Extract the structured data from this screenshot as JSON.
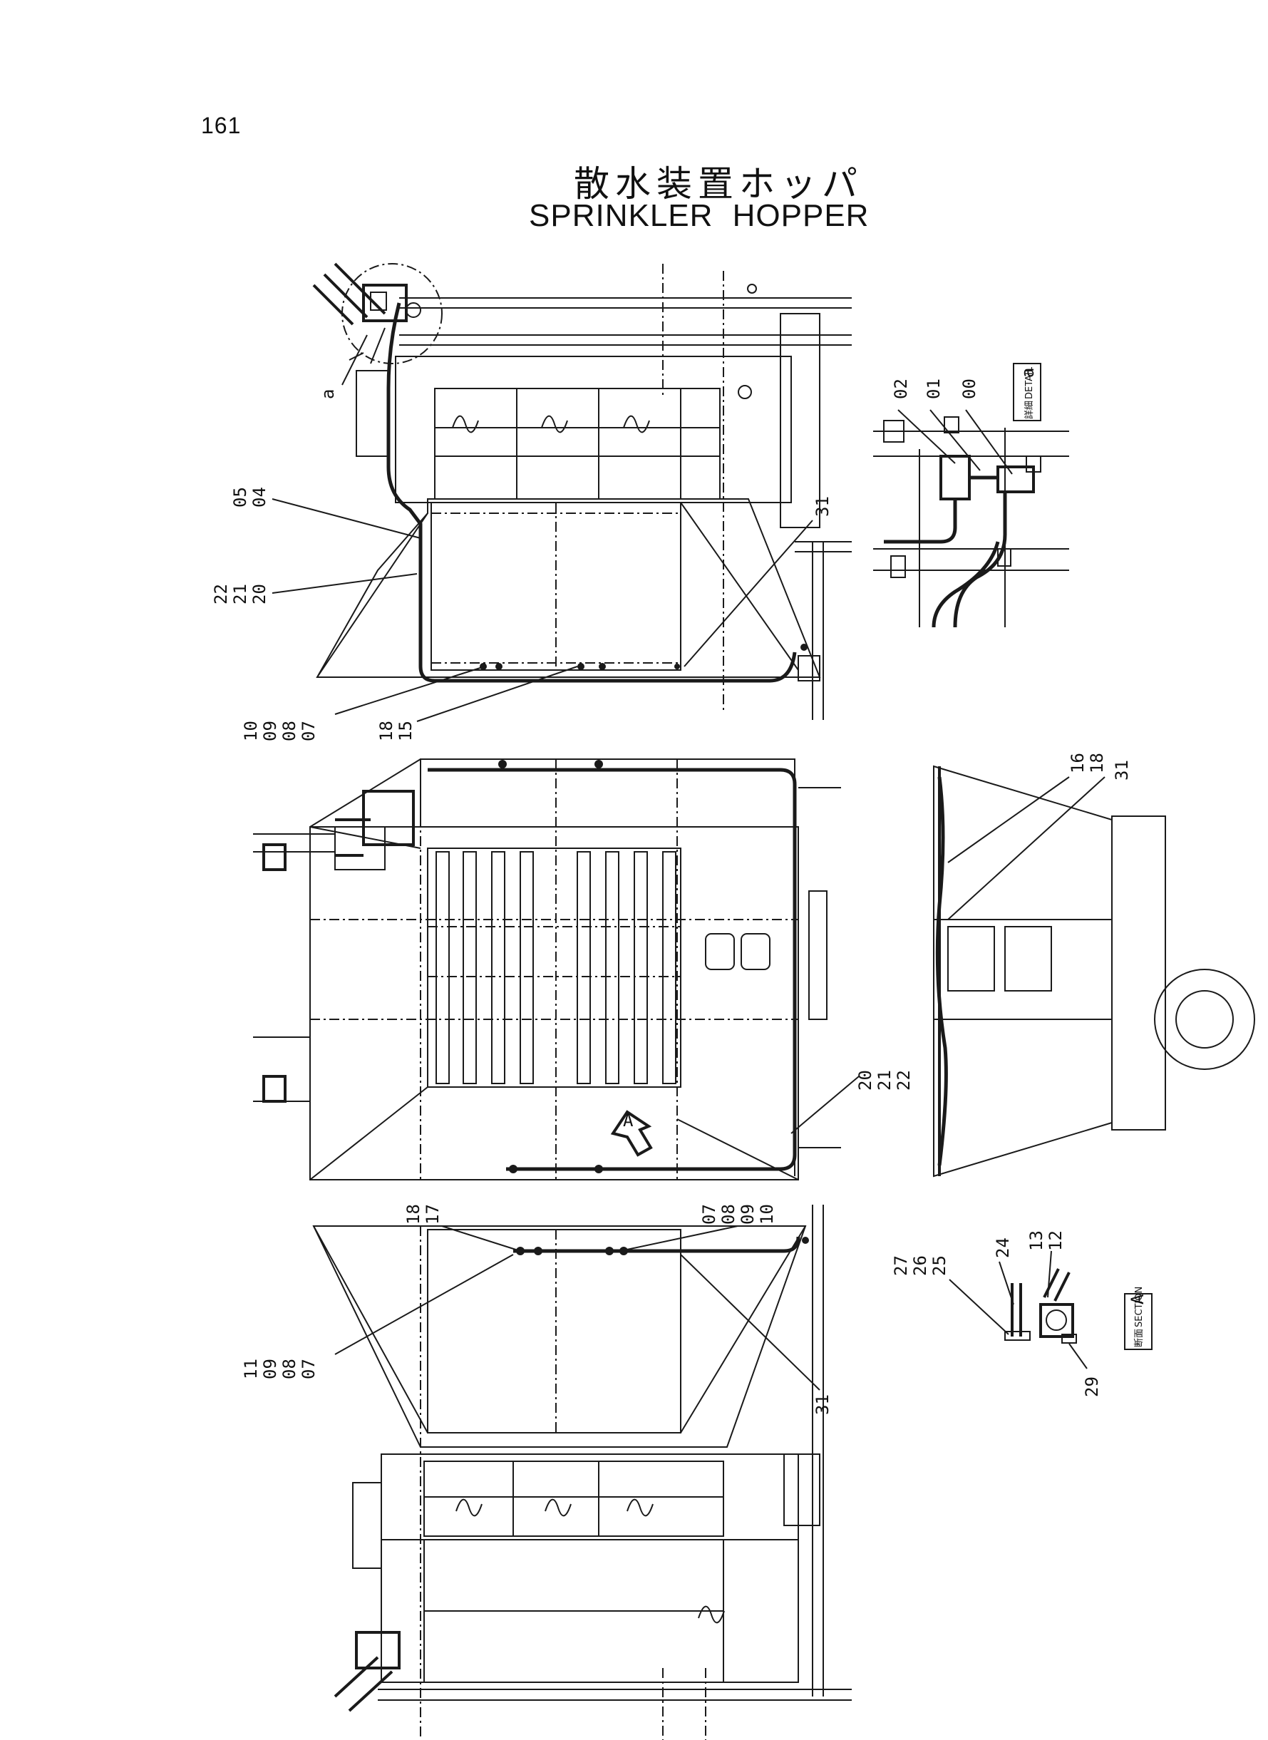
{
  "page": {
    "number": "161",
    "title_jp": "散水装置ホッパ",
    "title_en": "SPRINKLER HOPPER"
  },
  "views": {
    "detail_tag": {
      "jp": "詳細",
      "en": "DETAIL",
      "letter": "a"
    },
    "section_tag": {
      "jp": "断面",
      "en": "SECTION",
      "letter": "A"
    },
    "arrow_label": "A",
    "detail_circle_label": "a"
  },
  "callouts": {
    "top_view_left": [
      "05",
      "04",
      "22",
      "21",
      "20",
      "10",
      "09",
      "08",
      "07",
      "18",
      "15"
    ],
    "top_view_right": [
      "31"
    ],
    "detail_view": [
      "02",
      "01",
      "00"
    ],
    "mid_view_side": [
      "16",
      "18",
      "31",
      "20",
      "21",
      "22"
    ],
    "bottom_view_upper": [
      "18",
      "17",
      "07",
      "08",
      "09",
      "10"
    ],
    "bottom_view_left": [
      "11",
      "09",
      "08",
      "07"
    ],
    "bottom_view_right": [
      "31"
    ],
    "section_view": [
      "24",
      "13",
      "12",
      "27",
      "26",
      "25",
      "29"
    ]
  }
}
